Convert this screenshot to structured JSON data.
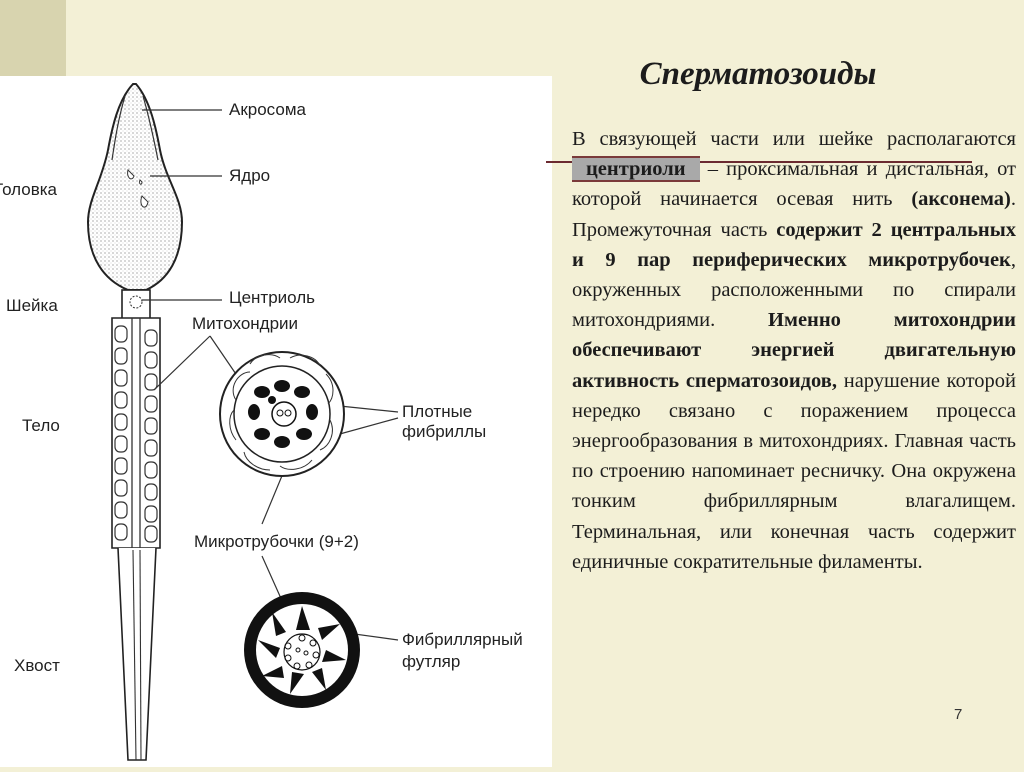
{
  "slide": {
    "title": "Сперматозоиды",
    "page_number": "7"
  },
  "diagram": {
    "region_labels": {
      "head": "Головка",
      "neck": "Шейка",
      "body": "Тело",
      "tail": "Хвост"
    },
    "part_labels": {
      "acrosome": "Акросома",
      "nucleus": "Ядро",
      "centriole": "Центриоль",
      "mitochondria": "Митохондрии",
      "dense_fibrils_line1": "Плотные",
      "dense_fibrils_line2": "фибриллы",
      "microtubules": "Микротрубочки (9+2)",
      "fibrillar_sheath_line1": "Фибриллярный",
      "fibrillar_sheath_line2": "футляр"
    }
  },
  "text": {
    "p1": "В связующей части или шейке располагаются",
    "p1_highlight": "центриоли",
    "p2": "– проксимальная и дистальная, от которой начинается осевая нить",
    "p2_bold": "(аксонема)",
    "p3": ". Промежуточная часть",
    "p3_bold": "содержит 2 центральных и 9 пар периферических микротрубочек",
    "p4": ", окруженных расположенными по спирали митохондриями.",
    "p4_bold": "Именно митохондрии обеспечивают энергией двигательную активность сперматозоидов,",
    "p5": "нарушение которой нередко связано с поражением процесса энергообразования в митохондриях. Главная часть по строению напоминает ресничку. Она окружена тонким фибриллярным влагалищем. Терминальная, или конечная часть содержит единичные сократительные филаменты."
  }
}
